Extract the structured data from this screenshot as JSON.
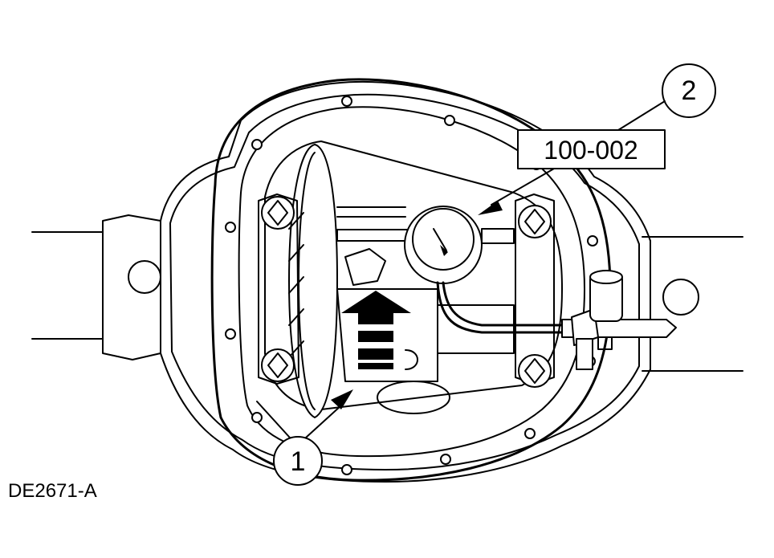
{
  "callouts": [
    {
      "id": "1",
      "label": "1"
    },
    {
      "id": "2",
      "label": "2"
    }
  ],
  "tool_label": "100-002",
  "figure_id": "DE2671-A"
}
